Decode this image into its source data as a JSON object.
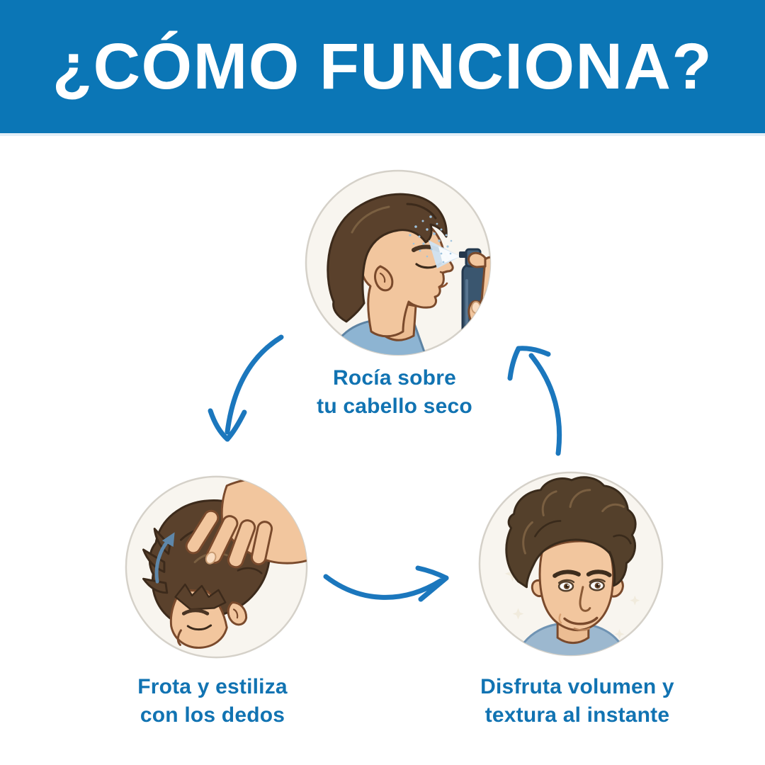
{
  "header": {
    "title": "¿CÓMO FUNCIONA?"
  },
  "steps": [
    {
      "id": "spray",
      "caption_line1": "Rocía sobre",
      "caption_line2": "tu cabello seco",
      "illustration": "man-profile-spraying-product-toward-dry-hair"
    },
    {
      "id": "rub",
      "caption_line1": "Frota y estiliza",
      "caption_line2": "con los dedos",
      "illustration": "hand-rubbing-and-styling-messy-hair"
    },
    {
      "id": "enjoy",
      "caption_line1": "Disfruta volumen y",
      "caption_line2": "textura al instante",
      "illustration": "smiling-man-with-voluminous-textured-hair-and-sparkles"
    }
  ],
  "icons": {
    "connector_arrow_1": "curved-arrow-top-to-bottom-left",
    "connector_arrow_2": "curved-arrow-bottom-left-to-bottom-right",
    "connector_arrow_3": "curved-arrow-bottom-right-to-top",
    "inset_arrow": "small-lift-arrow-inside-step2"
  },
  "colors": {
    "header_background": "#0b76b6",
    "header_text": "#ffffff",
    "caption_text": "#1173b2",
    "arrow_blue": "#1b77bd",
    "page_background": "#ffffff",
    "circle_background": "#f8f5ef",
    "circle_ring": "#d5d1c9",
    "skin": "#f2c69e",
    "hair_brown": "#5a412c",
    "shirt_blue": "#8db4d2",
    "bottle_navy": "#3a566f",
    "mist_blue": "#cfe3f2"
  }
}
